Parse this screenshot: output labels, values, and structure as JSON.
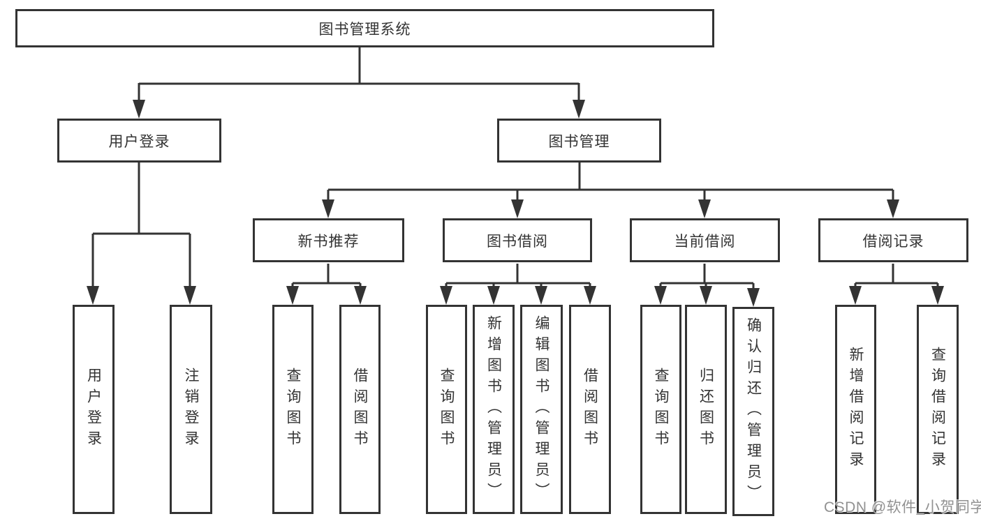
{
  "tree": {
    "root_label": "图书管理系统",
    "branches": [
      {
        "id": "user-login",
        "label": "用户登录",
        "children": [
          {
            "label": "用户登录"
          },
          {
            "label": "注销登录"
          }
        ]
      },
      {
        "id": "book-management",
        "label": "图书管理",
        "groups": [
          {
            "id": "new-book-recommend",
            "label": "新书推荐",
            "children": [
              {
                "label": "查询图书"
              },
              {
                "label": "借阅图书"
              }
            ]
          },
          {
            "id": "book-borrow",
            "label": "图书借阅",
            "children": [
              {
                "label": "查询图书"
              },
              {
                "label": "新增图书（管理员）"
              },
              {
                "label": "编辑图书（管理员）"
              },
              {
                "label": "借阅图书"
              }
            ]
          },
          {
            "id": "current-borrow",
            "label": "当前借阅",
            "children": [
              {
                "label": "查询图书"
              },
              {
                "label": "归还图书"
              },
              {
                "label": "确认归还（管理员）"
              }
            ]
          },
          {
            "id": "borrow-record",
            "label": "借阅记录",
            "children": [
              {
                "label": "新增借阅记录"
              },
              {
                "label": "查询借阅记录"
              }
            ]
          }
        ]
      }
    ]
  },
  "watermark": {
    "text": "CSDN @软件_小贺同学"
  },
  "colors": {
    "line": "#333333",
    "text": "#333333",
    "background": "#ffffff",
    "watermark": "#919191"
  }
}
